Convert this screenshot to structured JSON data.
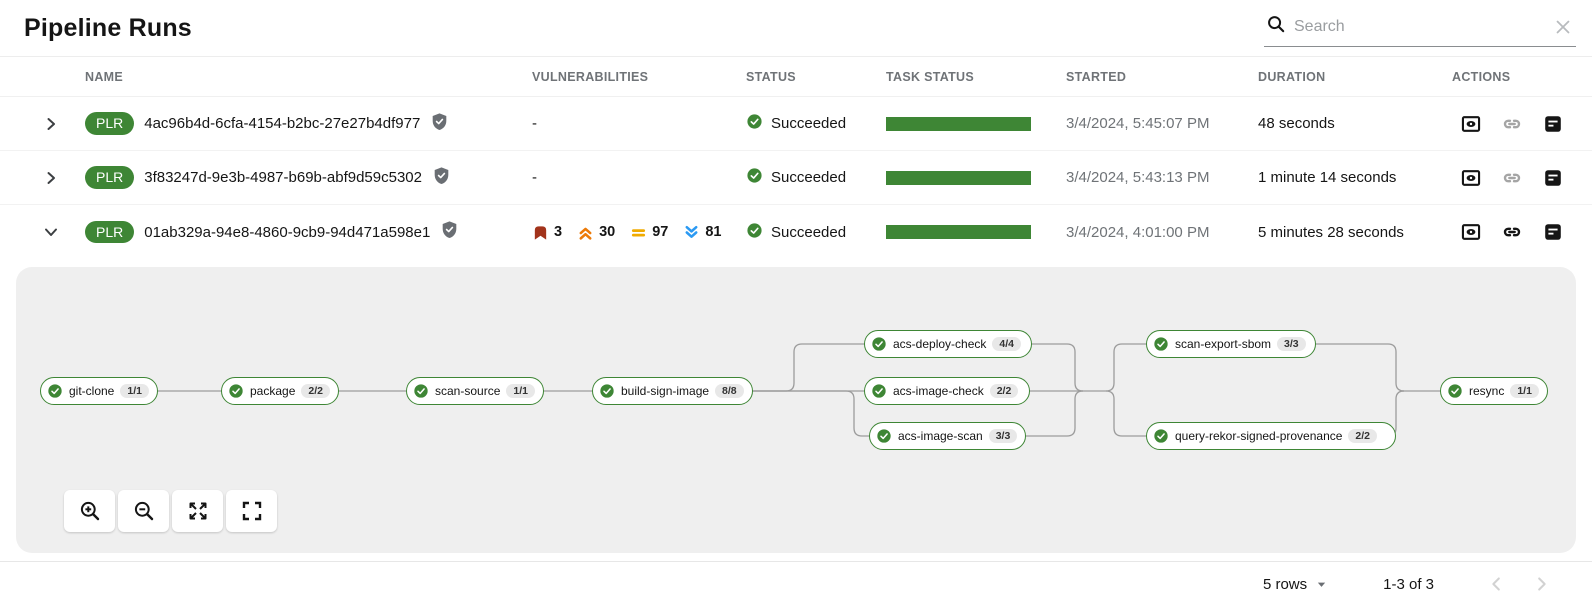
{
  "page": {
    "title": "Pipeline Runs"
  },
  "search": {
    "placeholder": "Search"
  },
  "table": {
    "columns": {
      "name": "NAME",
      "vulnerabilities": "VULNERABILITIES",
      "status": "STATUS",
      "task_status": "TASK STATUS",
      "started": "STARTED",
      "duration": "DURATION",
      "actions": "ACTIONS"
    },
    "rows": [
      {
        "badge": "PLR",
        "name": "4ac96b4d-6cfa-4154-b2bc-27e27b4df977",
        "vulnerabilities": "-",
        "status": "Succeeded",
        "started": "3/4/2024, 5:45:07 PM",
        "duration": "48 seconds"
      },
      {
        "badge": "PLR",
        "name": "3f83247d-9e3b-4987-b69b-abf9d59c5302",
        "vulnerabilities": "-",
        "status": "Succeeded",
        "started": "3/4/2024, 5:43:13 PM",
        "duration": "1 minute 14 seconds"
      },
      {
        "badge": "PLR",
        "name": "01ab329a-94e8-4860-9cb9-94d471a598e1",
        "vulnerabilities": {
          "critical": "3",
          "high": "30",
          "medium": "97",
          "low": "81"
        },
        "status": "Succeeded",
        "started": "3/4/2024, 4:01:00 PM",
        "duration": "5 minutes 28 seconds"
      }
    ]
  },
  "graph": {
    "nodes": [
      {
        "label": "git-clone",
        "badge": "1/1",
        "status": "succeeded"
      },
      {
        "label": "package",
        "badge": "2/2",
        "status": "succeeded"
      },
      {
        "label": "scan-source",
        "badge": "1/1",
        "status": "succeeded"
      },
      {
        "label": "build-sign-image",
        "badge": "8/8",
        "status": "succeeded"
      },
      {
        "label": "acs-deploy-check",
        "badge": "4/4",
        "status": "succeeded"
      },
      {
        "label": "acs-image-check",
        "badge": "2/2",
        "status": "succeeded"
      },
      {
        "label": "acs-image-scan",
        "badge": "3/3",
        "status": "succeeded"
      },
      {
        "label": "scan-export-sbom",
        "badge": "3/3",
        "status": "succeeded"
      },
      {
        "label": "query-rekor-signed-provenance",
        "badge": "2/2",
        "status": "succeeded"
      },
      {
        "label": "resync",
        "badge": "1/1",
        "status": "succeeded"
      }
    ]
  },
  "footer": {
    "rows_per_page": "5 rows",
    "range": "1-3 of 3"
  },
  "colors": {
    "success_green": "#3e8635",
    "critical": "#a2331b",
    "high": "#ec7a08",
    "medium": "#f0ab00",
    "low": "#2b9af3",
    "panel_bg": "#efefef"
  }
}
